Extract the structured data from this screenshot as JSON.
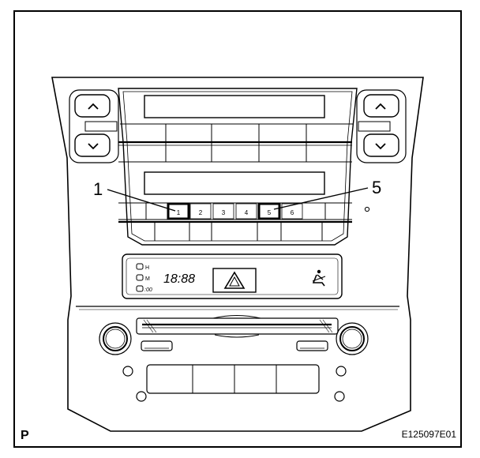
{
  "callouts": {
    "left": "1",
    "right": "5"
  },
  "preset_buttons": [
    "1",
    "2",
    "3",
    "4",
    "5",
    "6"
  ],
  "clock_indicators": [
    "H",
    "M",
    ":00"
  ],
  "clock_display": "18:88",
  "page_marker": "P",
  "figure_id": "E125097E01",
  "icons": {
    "up_arrow": "chevron-up-icon",
    "down_arrow": "chevron-down-icon",
    "hazard": "hazard-triangle-icon",
    "seatbelt": "passenger-seatbelt-icon"
  },
  "colors": {
    "line": "#000000",
    "background": "#ffffff"
  }
}
